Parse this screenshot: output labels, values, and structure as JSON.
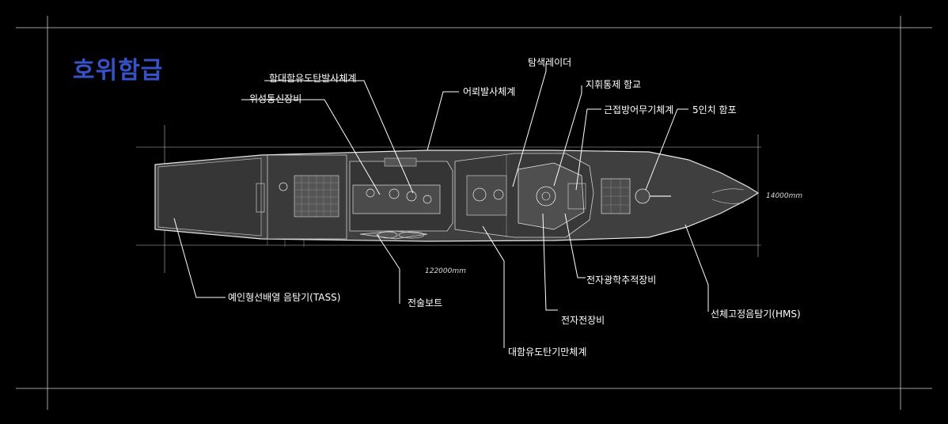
{
  "title": "호위함급",
  "colors": {
    "background": "#000000",
    "title": "#3552c8",
    "lines": "#ffffff",
    "hull": "#444444",
    "deck": "#3a3a3a"
  },
  "dimensions": {
    "width": "14000mm",
    "length": "122000mm"
  },
  "labels": {
    "helo_torpedo": "함대함유도탄발사체계",
    "satcom": "위성통신장비",
    "decoy": "어뢰발사체계",
    "search_radar": "탐색레이더",
    "bridge": "지휘통제 함교",
    "ciws": "근접방어무기체계",
    "gun": "5인치 함포",
    "tass": "예인형선배열 음탐기(TASS)",
    "boat": "전술보트",
    "eo_tracker": "전자광학추적장비",
    "esm": "전자전장비",
    "missile": "대함유도탄기만체계",
    "hms": "선체고정음탐기(HMS)"
  }
}
